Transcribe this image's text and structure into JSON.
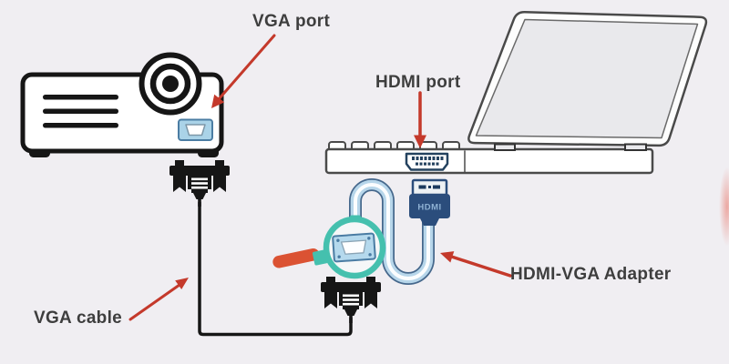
{
  "diagram": {
    "labels": {
      "vga_port": "VGA port",
      "hdmi_port": "HDMI port",
      "vga_cable": "VGA cable",
      "adapter": "HDMI-VGA Adapter"
    },
    "hdmi_connector_text": "HDMI",
    "components": [
      "projector",
      "projector-vga-port",
      "vga-cable-with-connectors",
      "hdmi-vga-adapter-magnifier",
      "hdmi-connector",
      "laptop",
      "laptop-hdmi-port"
    ],
    "colors": {
      "background": "#f0eef2",
      "arrow_red": "#c4392b",
      "adapter_teal": "#45c0ae",
      "handle_orange": "#db5233",
      "hdmi_navy": "#2b4d7c",
      "cable_light_blue": "#b7d6ea",
      "cable_edge_blue": "#46688c",
      "port_light_blue": "#aad3e8",
      "label_text": "#3e3e3e",
      "line_black": "#161616",
      "laptop_gray": "#4a4a4a"
    }
  }
}
